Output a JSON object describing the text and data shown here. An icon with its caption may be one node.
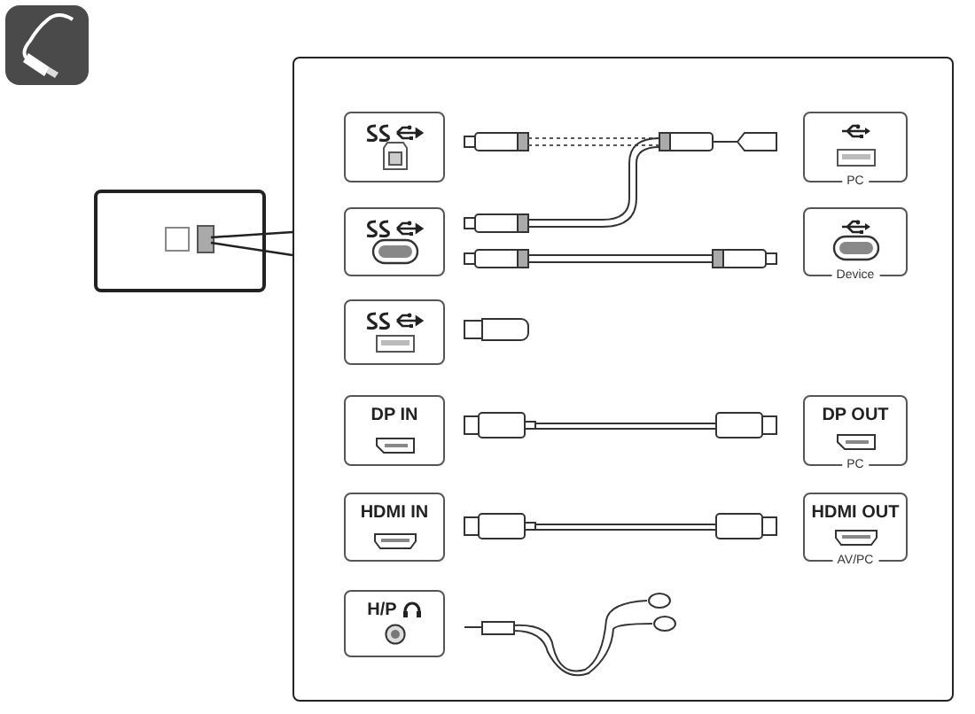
{
  "diagram": {
    "nodes": [
      {
        "text": [],
        "shape": "box"
      },
      {
        "text": [],
        "shape": "box"
      },
      {
        "text": [],
        "shape": "box",
        "in": 1
      },
      {
        "text": [
          "PC"
        ],
        "in": 1
      },
      {
        "text": [],
        "shape": "box",
        "in": 1
      },
      {
        "text": [
          "Device"
        ],
        "in": 1
      },
      {
        "text": [],
        "shape": "box",
        "in": 1
      },
      {
        "text": [
          "DP IN"
        ],
        "in": 1
      },
      {
        "text": [
          "DP OUT",
          "PC"
        ],
        "in": 1
      },
      {
        "text": [
          "HDMI IN"
        ],
        "in": 1
      },
      {
        "text": [
          "HDMI OUT",
          "AV/PC"
        ],
        "in": 1
      },
      {
        "text": [
          "H/P"
        ],
        "in": 1
      }
    ],
    "edges": [
      {
        "from": 0,
        "to": 1,
        "arrow": "none"
      },
      {
        "from": 0,
        "to": 1,
        "arrow": "none"
      }
    ]
  }
}
